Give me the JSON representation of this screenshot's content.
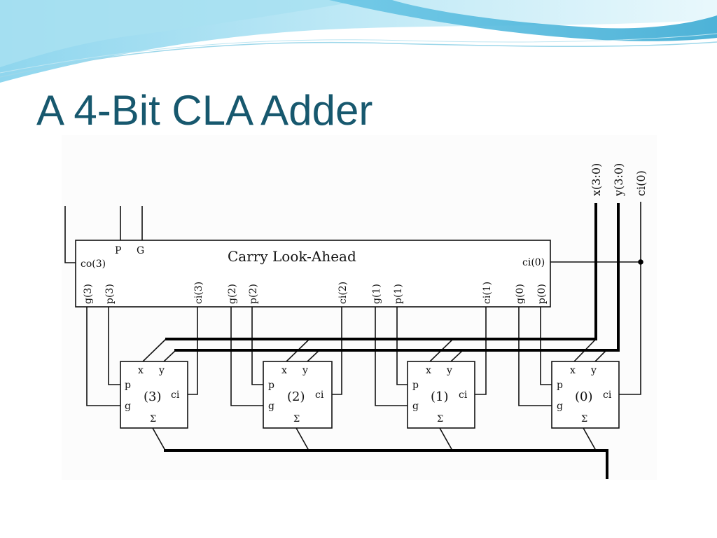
{
  "slide": {
    "title": "A 4-Bit CLA Adder"
  },
  "diagram": {
    "cla": {
      "label": "Carry Look-Ahead",
      "co": "co(3)",
      "P": "P",
      "G": "G",
      "ci0": "ci(0)"
    },
    "bit_ports": [
      {
        "g": "g(3)",
        "p": "p(3)",
        "ci": "ci(3)"
      },
      {
        "g": "g(2)",
        "p": "p(2)",
        "ci": "ci(2)"
      },
      {
        "g": "g(1)",
        "p": "p(1)",
        "ci": "ci(1)"
      },
      {
        "g": "g(0)",
        "p": "p(0)",
        "ci": "ci(0)"
      }
    ],
    "inputs": {
      "x": "x(3:0)",
      "y": "y(3:0)",
      "ci": "ci(0)"
    },
    "bit_blocks": [
      {
        "label": "(3)"
      },
      {
        "label": "(2)"
      },
      {
        "label": "(1)"
      },
      {
        "label": "(0)"
      }
    ],
    "block_pins": {
      "x": "x",
      "y": "y",
      "p": "p",
      "g": "g",
      "ci": "ci",
      "sum": "Σ"
    }
  },
  "colors": {
    "title": "#17586e",
    "wire": "#111111",
    "swoosh_light": "#cfeef8",
    "swoosh_dark": "#3fb0d6"
  }
}
